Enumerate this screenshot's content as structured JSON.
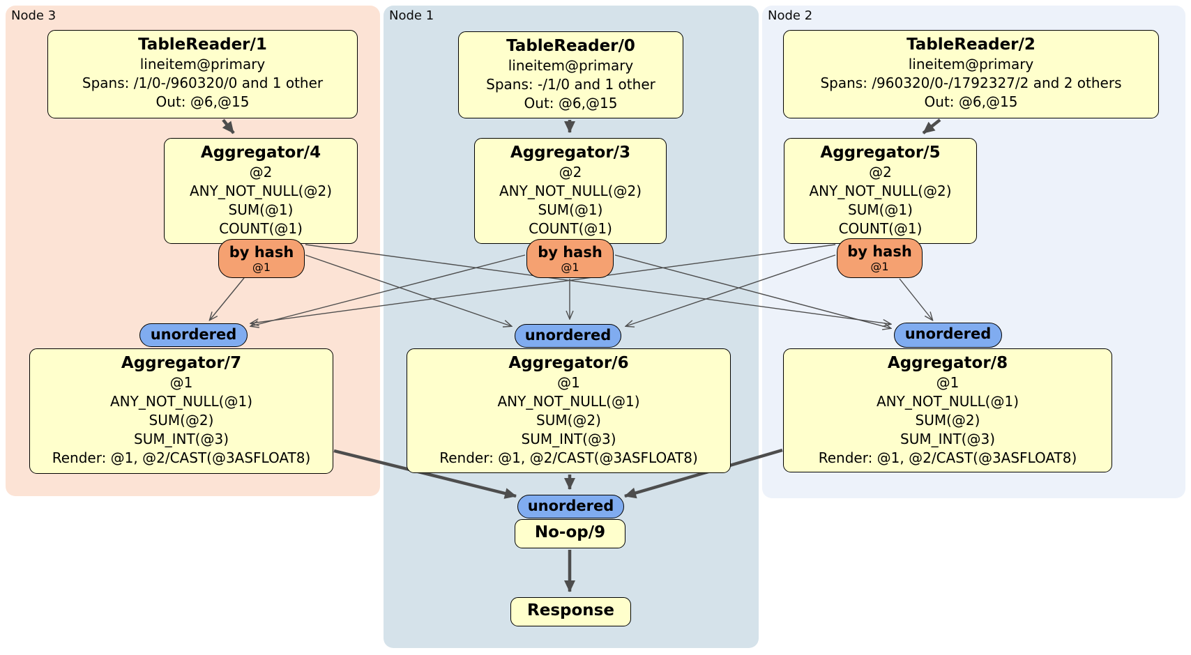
{
  "diagram": {
    "regions": {
      "node3": {
        "label": "Node 3"
      },
      "node1": {
        "label": "Node 1"
      },
      "node2": {
        "label": "Node 2"
      }
    },
    "boxes": {
      "tablereader1": {
        "title": "TableReader/1",
        "lines": [
          "lineitem@primary",
          "Spans: /1/0-/960320/0 and 1 other",
          "Out: @6,@15"
        ]
      },
      "tablereader0": {
        "title": "TableReader/0",
        "lines": [
          "lineitem@primary",
          "Spans: -/1/0 and 1 other",
          "Out: @6,@15"
        ]
      },
      "tablereader2": {
        "title": "TableReader/2",
        "lines": [
          "lineitem@primary",
          "Spans: /960320/0-/1792327/2 and 2 others",
          "Out: @6,@15"
        ]
      },
      "aggregator4": {
        "title": "Aggregator/4",
        "lines": [
          "@2",
          "ANY_NOT_NULL(@2)",
          "SUM(@1)",
          "COUNT(@1)"
        ]
      },
      "aggregator3": {
        "title": "Aggregator/3",
        "lines": [
          "@2",
          "ANY_NOT_NULL(@2)",
          "SUM(@1)",
          "COUNT(@1)"
        ]
      },
      "aggregator5": {
        "title": "Aggregator/5",
        "lines": [
          "@2",
          "ANY_NOT_NULL(@2)",
          "SUM(@1)",
          "COUNT(@1)"
        ]
      },
      "aggregator7": {
        "title": "Aggregator/7",
        "lines": [
          "@1",
          "ANY_NOT_NULL(@1)",
          "SUM(@2)",
          "SUM_INT(@3)",
          "Render: @1, @2/CAST(@3ASFLOAT8)"
        ]
      },
      "aggregator6": {
        "title": "Aggregator/6",
        "lines": [
          "@1",
          "ANY_NOT_NULL(@1)",
          "SUM(@2)",
          "SUM_INT(@3)",
          "Render: @1, @2/CAST(@3ASFLOAT8)"
        ]
      },
      "aggregator8": {
        "title": "Aggregator/8",
        "lines": [
          "@1",
          "ANY_NOT_NULL(@1)",
          "SUM(@2)",
          "SUM_INT(@3)",
          "Render: @1, @2/CAST(@3ASFLOAT8)"
        ]
      },
      "noop9": {
        "title": "No-op/9"
      },
      "response": {
        "title": "Response"
      }
    },
    "routers": {
      "hash_left": {
        "label": "by hash",
        "detail": "@1"
      },
      "hash_mid": {
        "label": "by hash",
        "detail": "@1"
      },
      "hash_right": {
        "label": "by hash",
        "detail": "@1"
      },
      "unordered_left": {
        "label": "unordered"
      },
      "unordered_mid": {
        "label": "unordered"
      },
      "unordered_right": {
        "label": "unordered"
      },
      "unordered_final": {
        "label": "unordered"
      }
    },
    "colors": {
      "node3_bg": "#fce3d5",
      "node1_bg": "#d5e2ea",
      "node2_bg": "#edf2fa",
      "box_fill": "#ffffcc",
      "hash_router_fill": "#f5a171",
      "unordered_router_fill": "#80acf0",
      "edge": "#4d4d4d",
      "border": "#000000"
    }
  }
}
